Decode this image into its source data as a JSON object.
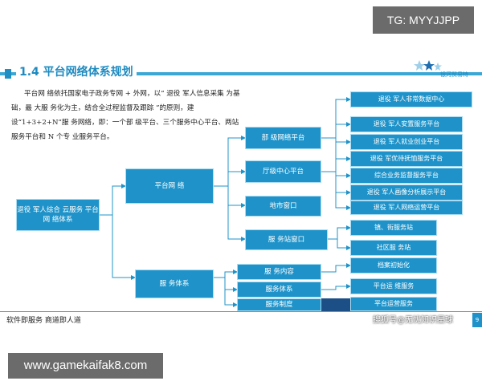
{
  "watermarks": {
    "top": "TG: MYYJJPP",
    "bottom": "www.gamekaifak8.com"
  },
  "header": {
    "title": "1.4 平台网络体系规划",
    "brand": "银河贸易特"
  },
  "intro": "平台网 络依托国家电子政务专网 + 外网，以“ 退役 军人信息采集 为基础，最 大服 务化为主，结合全过程监督及跟踪 ”的原则，建设“1+3+2+N”服 务网络，即：一个部 级平台、三个服务中心平台、两站服务平台和 N 个专 业服务平台。",
  "diagram": {
    "root": "退役 军人综合 云服务 平台网 络体系",
    "platform_network": "平台网 络",
    "service_system": "服 务体系",
    "ministry_platform": "部 级网络平台",
    "provincial_center": "厅级中心平台",
    "city_window": "地市窗口",
    "station_window": "服 务站窗口",
    "service_content": "服 务内容",
    "service_system2": "服务体系",
    "service_policy": "服务制度",
    "right_items": [
      "退役 军人非常数据中心",
      "退役 军人安置服务平台",
      "退役 军人就业创业平台",
      "退役 军优待抚恤服务平台",
      "综合业务监督服务平台",
      "退役 军人画像分析展示平台",
      "退役 军人网络运营平台",
      "镇、街服务站",
      "社区服 务站",
      "档案初始化",
      "平台运 维服务",
      "平台运营服务"
    ]
  },
  "footer": {
    "left": "软件即服务    商道即人道",
    "credit": "搜狐号@无忧知识星球",
    "page": "9"
  }
}
